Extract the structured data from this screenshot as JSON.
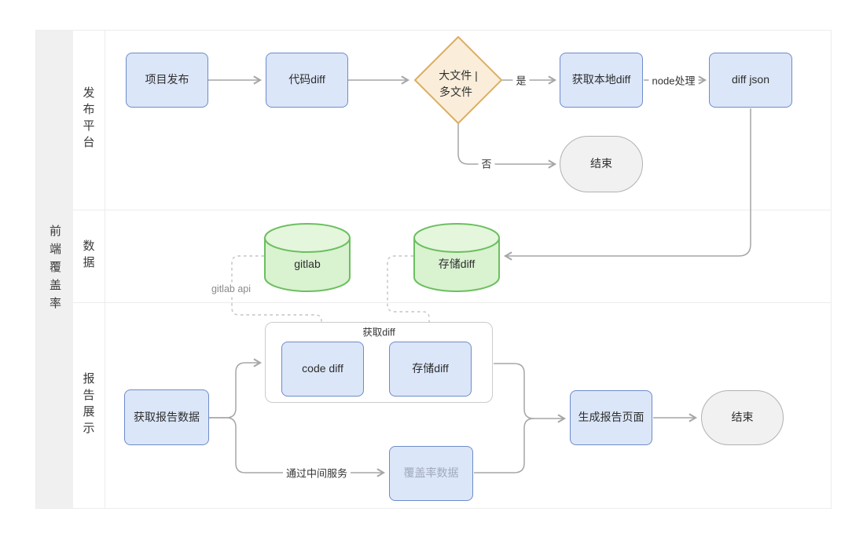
{
  "swimlane": {
    "outer_label": "前端覆盖率",
    "lanes": [
      {
        "label": "发布平台"
      },
      {
        "label": "数据"
      },
      {
        "label": "报告展示"
      }
    ]
  },
  "nodes": {
    "project_release": {
      "label": "项目发布"
    },
    "code_diff": {
      "label": "代码diff"
    },
    "decision": {
      "line1": "大文件 |",
      "line2": "多文件"
    },
    "get_local_diff": {
      "label": "获取本地diff"
    },
    "diff_json": {
      "label": "diff json"
    },
    "end_top": {
      "label": "结束"
    },
    "gitlab_db": {
      "label": "gitlab"
    },
    "store_diff_db": {
      "label": "存储diff"
    },
    "get_report_data": {
      "label": "获取报告数据"
    },
    "diff_group": {
      "label": "获取diff"
    },
    "code_diff_inner": {
      "label": "code diff"
    },
    "store_diff_inner": {
      "label": "存储diff"
    },
    "coverage_data": {
      "label": "覆盖率数据"
    },
    "generate_report": {
      "label": "生成报告页面"
    },
    "end_bottom": {
      "label": "结束"
    }
  },
  "edge_labels": {
    "yes": "是",
    "no": "否",
    "node_process": "node处理",
    "gitlab_api": "gitlab api",
    "via_middle_service": "通过中间服务"
  },
  "colors": {
    "node_fill": "#dbe6f8",
    "node_border": "#6e8cc9",
    "decision_fill": "#faeedb",
    "decision_border": "#dcae62",
    "db_fill": "#d9f2d0",
    "db_top_fill": "#e4f6dc",
    "db_border": "#6cbf60",
    "terminal_fill": "#f1f1f2",
    "terminal_border": "#b1b1b1",
    "connector": "#a6a6a6",
    "dashed_connector": "#c2c2c2",
    "lane_band": "#f0f0f0",
    "lane_divider": "#ececec",
    "muted_text": "#a2abbd"
  }
}
